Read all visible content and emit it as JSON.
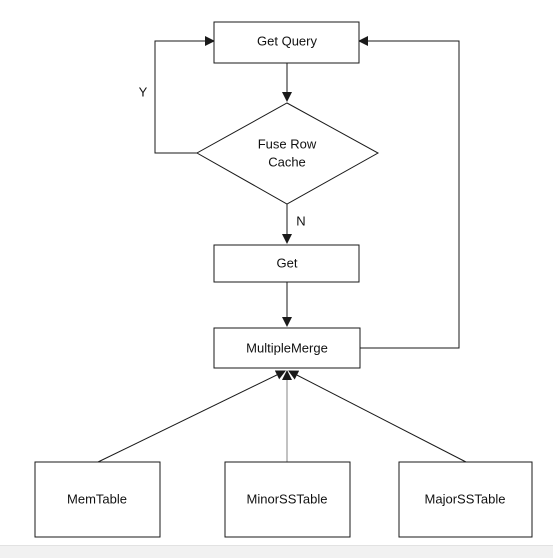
{
  "diagram": {
    "nodes": {
      "get_query": "Get Query",
      "fuse_row_cache_line1": "Fuse Row",
      "fuse_row_cache_line2": "Cache",
      "get": "Get",
      "multiple_merge": "MultipleMerge",
      "mem_table": "MemTable",
      "minor_sstable": "MinorSSTable",
      "major_sstable": "MajorSSTable"
    },
    "edge_labels": {
      "yes": "Y",
      "no": "N"
    }
  }
}
